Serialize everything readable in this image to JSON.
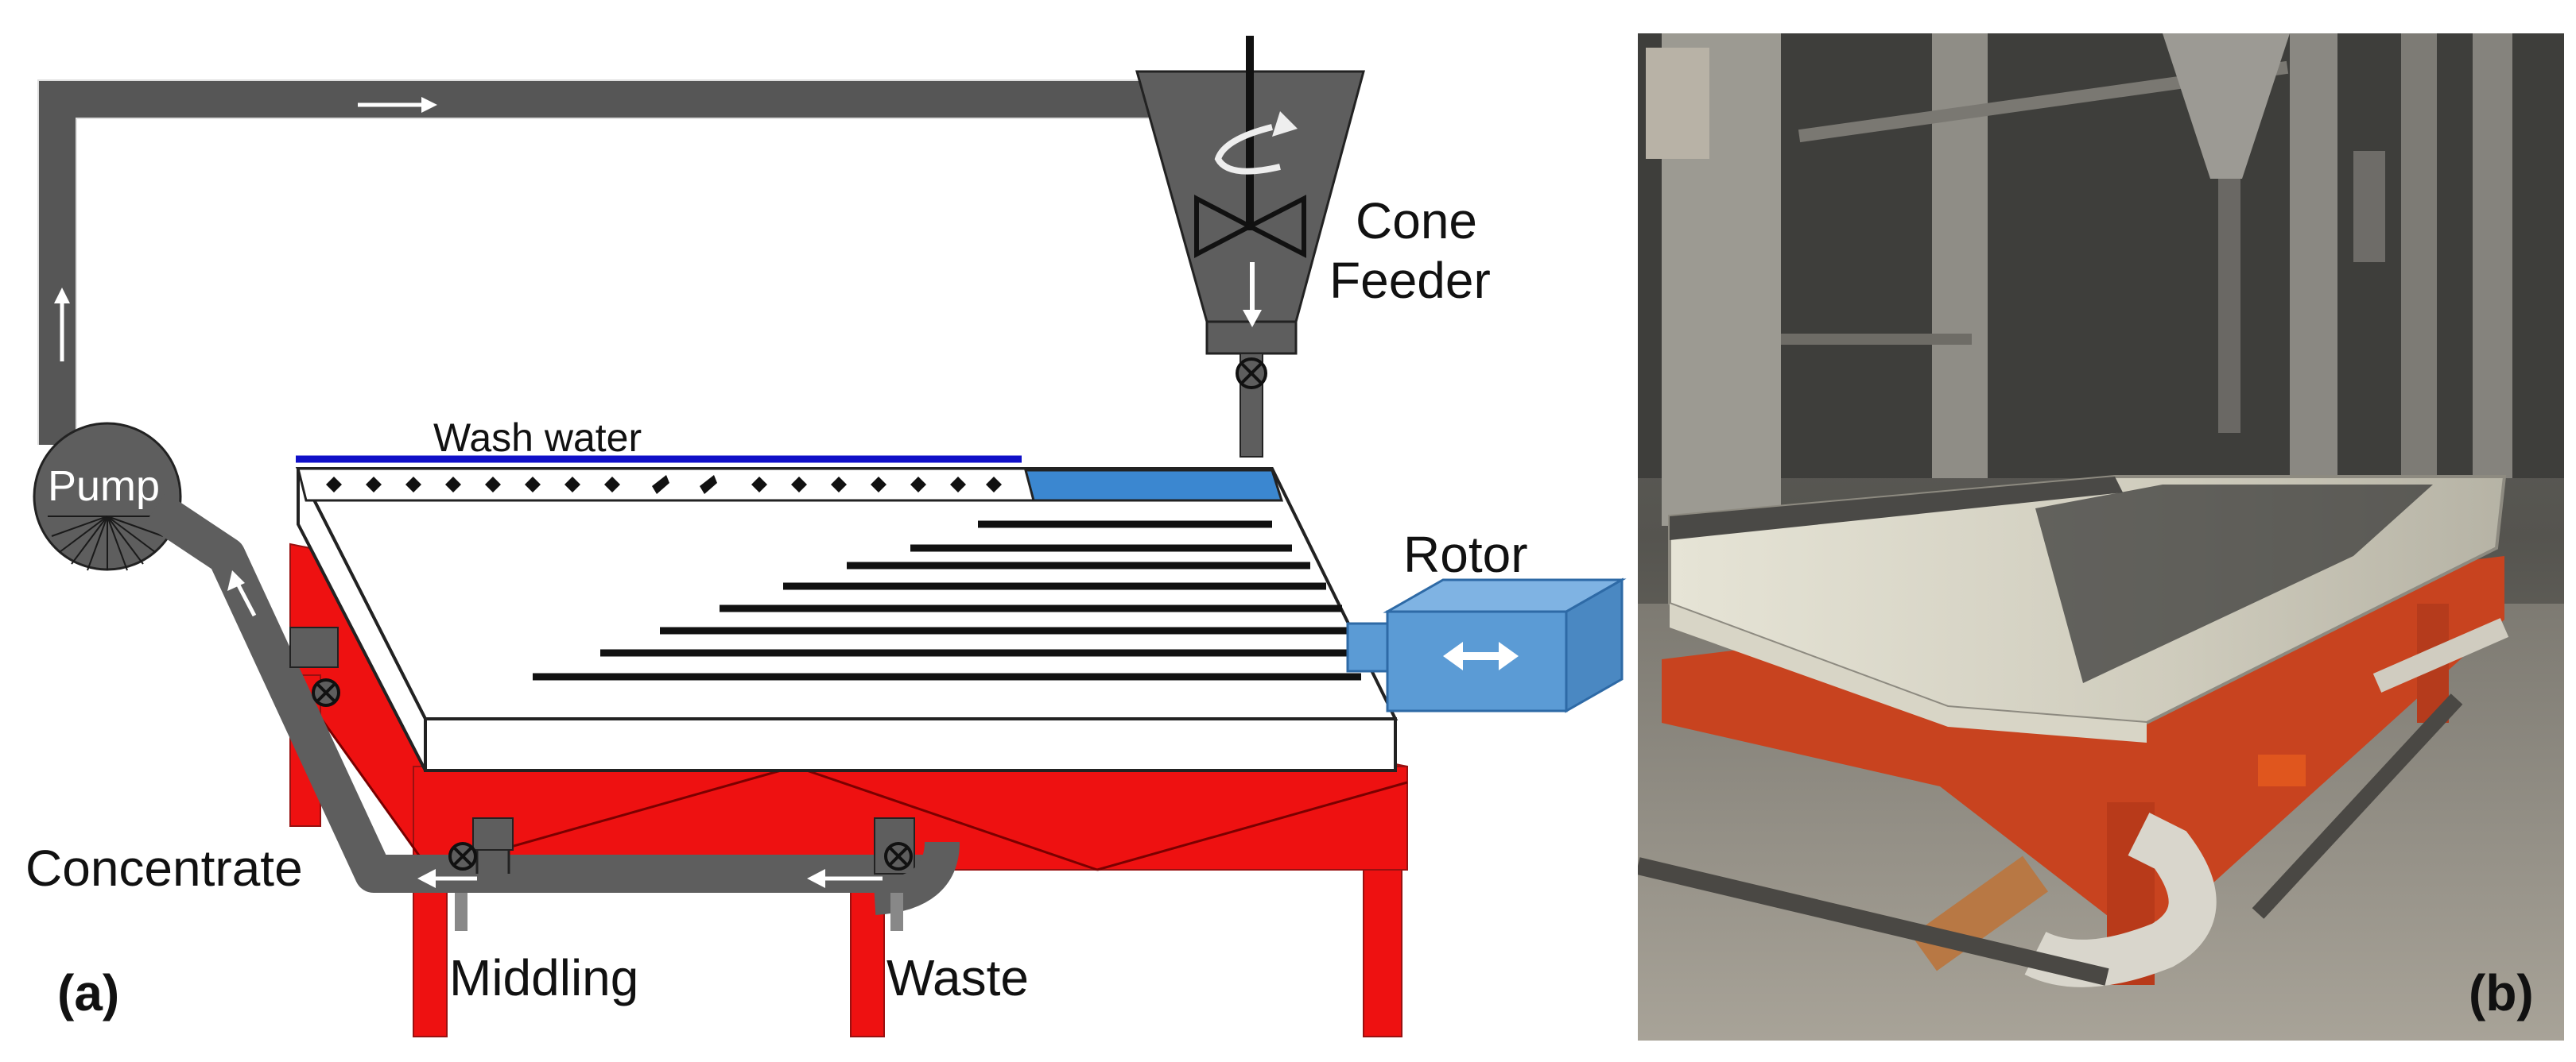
{
  "panel_a": {
    "tag": "(a)",
    "labels": {
      "cone_feeder_line1": "Cone",
      "cone_feeder_line2": "Feeder",
      "wash_water": "Wash water",
      "rotor": "Rotor",
      "pump": "Pump",
      "concentrate": "Concentrate",
      "middling": "Middling",
      "waste": "Waste"
    }
  },
  "panel_b": {
    "tag": "(b)"
  },
  "colors": {
    "pipe": "#5e5e5e",
    "frame_red": "#ee1111",
    "rotor_blue": "#5b9bd5",
    "wash_water_line": "#1010c8",
    "deck_white": "#ffffff"
  }
}
